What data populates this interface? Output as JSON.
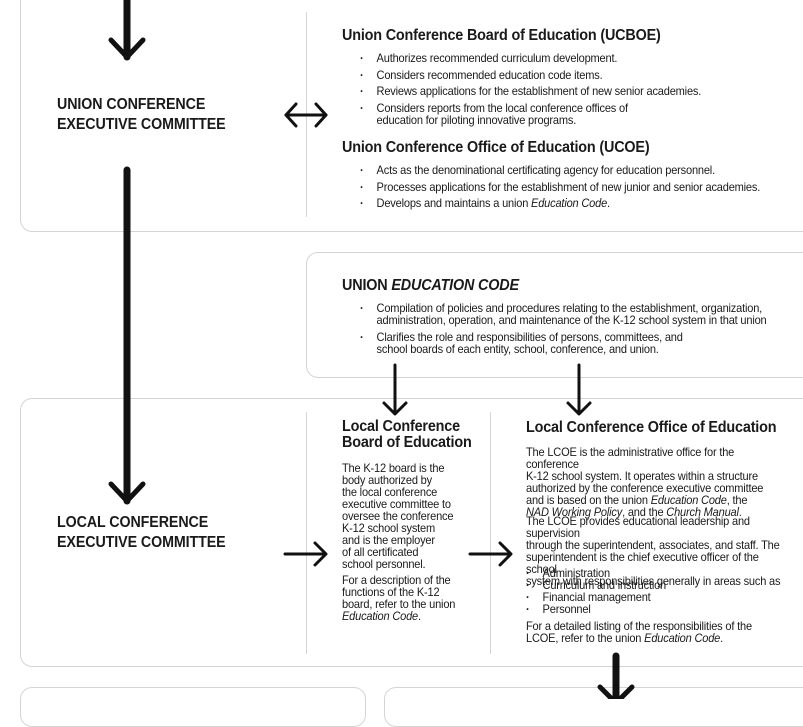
{
  "union_exec": {
    "line1": "UNION CONFERENCE",
    "line2": "EXECUTIVE COMMITTEE"
  },
  "ucboe": {
    "title": "Union Conference Board of Education (UCBOE)",
    "items": [
      "Authorizes recommended curriculum development.",
      "Considers recommended education code items.",
      "Reviews applications for the establishment of new senior academies.",
      "Considers reports from the local conference offices of\neducation for piloting innovative programs."
    ]
  },
  "ucoe": {
    "title": "Union Conference Office of Education (UCOE)",
    "items": [
      "Acts as the denominational certificating agency for education personnel.",
      "Processes applications for the establishment of new junior and senior academies."
    ],
    "item3_pre": "Develops and maintains a union ",
    "item3_em": "Education Code",
    "item3_post": "."
  },
  "code": {
    "title_pre": "UNION ",
    "title_em": "EDUCATION CODE",
    "items": [
      "Compilation of policies and procedures relating to the establishment, organization,\nadministration, operation, and maintenance of the K-12 school system in that union",
      "Clarifies the role and responsibilities of persons, committees, and\nschool boards of each entity, school, conference, and union."
    ]
  },
  "local_exec": {
    "line1": "LOCAL CONFERENCE",
    "line2": "EXECUTIVE COMMITTEE"
  },
  "lcboe": {
    "title_line1": "Local Conference",
    "title_line2": "Board of Education",
    "para1": "The K-12 board is the\nbody authorized by\nthe local conference\nexecutive committee to\noversee the conference\nK-12 school system\nand is the employer\nof all certificated\nschool personnel.",
    "para2_pre": "For a description of the\nfunctions of the K-12\nboard, refer to the union\n",
    "para2_em": "Education Code",
    "para2_post": "."
  },
  "lcoe": {
    "title": "Local Conference Office of Education",
    "p1_a": "The LCOE is the administrative office for the conference\nK-12 school system. It operates within a structure\nauthorized by the conference executive committee\nand is based on the union ",
    "p1_em1": "Education Code",
    "p1_b": ", the\n",
    "p1_em2": "NAD Working Policy",
    "p1_c": ", and the ",
    "p1_em3": "Church Manual",
    "p1_d": ".",
    "p2": "The LCOE provides educational leadership and supervision\nthrough the superintendent, associates, and staff. The\nsuperintendent is the chief executive officer of the school\nsystem with responsibilities generally in areas such as",
    "areas": [
      "Administration",
      "Curriculum and instruction",
      "Financial management",
      "Personnel"
    ],
    "p3_pre": "For a detailed listing of the responsibilities of the\nLCOE, refer to the union ",
    "p3_em": "Education Code",
    "p3_post": "."
  }
}
